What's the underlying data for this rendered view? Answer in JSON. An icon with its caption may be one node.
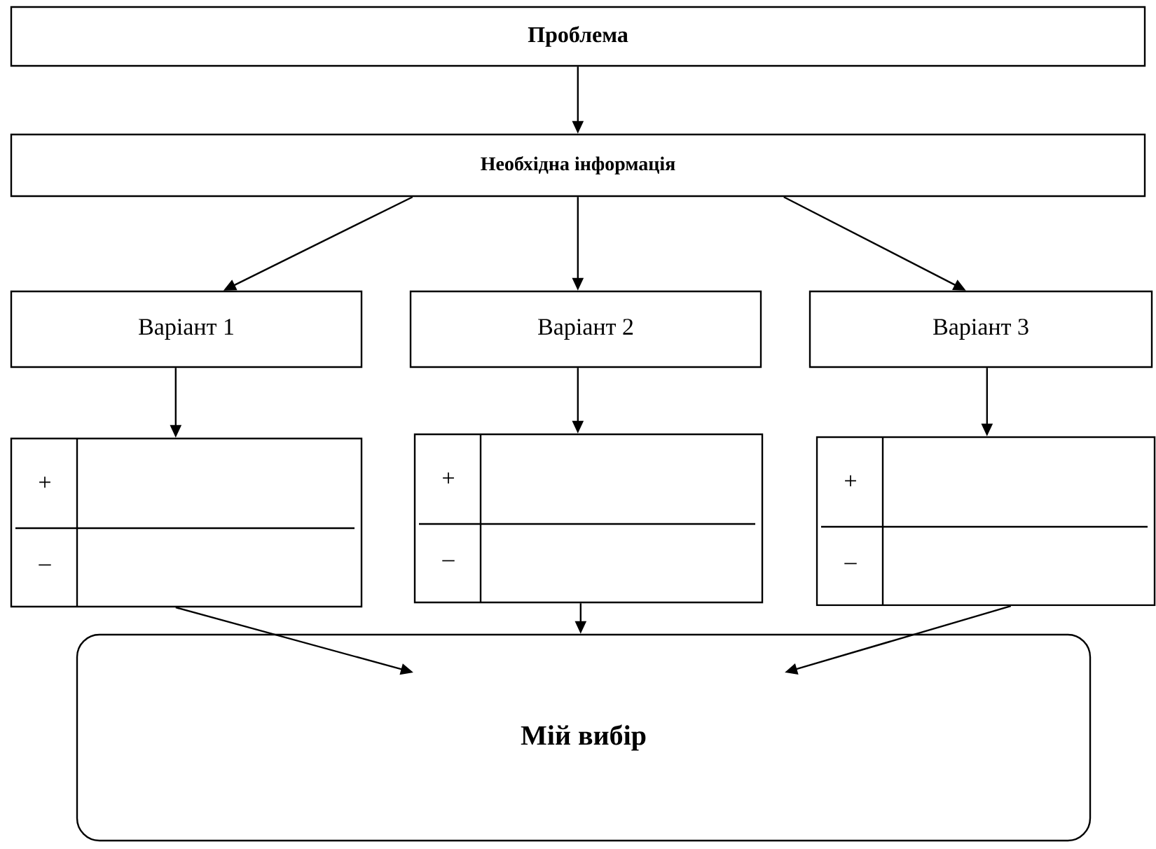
{
  "diagram": {
    "nodes": [
      {
        "text": [
          "Проблема"
        ]
      },
      {
        "text": [
          "Необхідна інформація"
        ]
      },
      {
        "text": [
          "Варіант 1"
        ]
      },
      {
        "text": [
          "Варіант 2"
        ]
      },
      {
        "text": [
          "Варіант 3"
        ]
      },
      {
        "text": [
          "+",
          "–"
        ]
      },
      {
        "text": [
          "+",
          "–"
        ]
      },
      {
        "text": [
          "+",
          "–"
        ]
      },
      {
        "text": [
          "Мій вибір"
        ]
      }
    ],
    "edges": [
      {
        "from": 0,
        "to": 1,
        "arrow": "to"
      },
      {
        "from": 1,
        "to": 2,
        "arrow": "to"
      },
      {
        "from": 1,
        "to": 3,
        "arrow": "to"
      },
      {
        "from": 1,
        "to": 4,
        "arrow": "to"
      },
      {
        "from": 2,
        "to": 5,
        "arrow": "to"
      },
      {
        "from": 3,
        "to": 6,
        "arrow": "to"
      },
      {
        "from": 4,
        "to": 7,
        "arrow": "to"
      },
      {
        "from": 5,
        "to": 8,
        "arrow": "to"
      },
      {
        "from": 6,
        "to": 8,
        "arrow": "to"
      },
      {
        "from": 7,
        "to": 8,
        "arrow": "to"
      }
    ]
  }
}
